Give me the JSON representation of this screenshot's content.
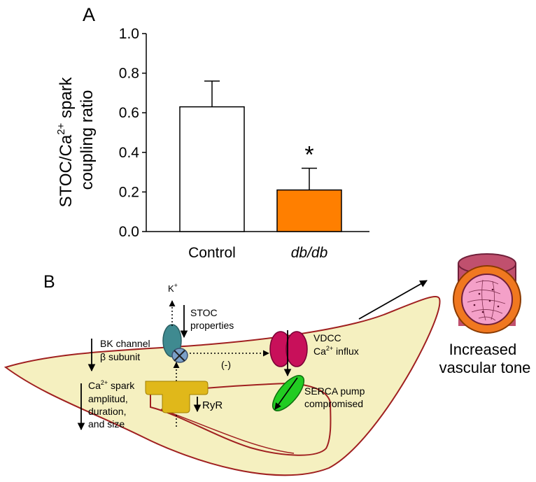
{
  "panels": {
    "a": "A",
    "b": "B"
  },
  "chart_data": {
    "type": "bar",
    "ylabel_line1": "STOC/Ca",
    "ylabel_sup": "2+",
    "ylabel_line1_end": " spark",
    "ylabel_line2": "coupling ratio",
    "ylim": [
      0,
      1.0
    ],
    "yticks": [
      "0.0",
      "0.2",
      "0.4",
      "0.6",
      "0.8",
      "1.0"
    ],
    "categories": [
      "Control",
      "db/db"
    ],
    "values": [
      0.63,
      0.21
    ],
    "errors": [
      0.13,
      0.11
    ],
    "bar_colors": [
      "#ffffff",
      "#ff7f00"
    ],
    "significance": [
      "",
      "*"
    ],
    "grid": false
  },
  "diagram": {
    "k_label": "K",
    "k_sup": "+",
    "stoc_line1": "STOC",
    "stoc_line2": "properties",
    "bk_line1": "BK channel",
    "bk_line2": "β subunit",
    "inhibit": "(-)",
    "vdcc_line1": "VDCC",
    "vdcc_ca": "Ca",
    "vdcc_sup": "2+",
    "vdcc_influx": " influx",
    "spark_ca": "Ca",
    "spark_sup": "2+",
    "spark_line1": " spark",
    "spark_line2": "amplitud,",
    "spark_line3": "duration,",
    "spark_line4": "and size",
    "ryr": "RyR",
    "serca_line1": "SERCA pump",
    "serca_line2": "compromised",
    "outcome_line1": "Increased",
    "outcome_line2": "vascular tone"
  },
  "colors": {
    "cell_fill": "#f5f0c0",
    "cell_stroke": "#a02020",
    "bk_channel": "#3f8a90",
    "bk_beta": "#7ba0c8",
    "ryr": "#e0b81a",
    "vdcc": "#c8105a",
    "serca": "#22cc22",
    "vessel_outer": "#c0506e",
    "vessel_ring": "#f07820",
    "vessel_lumen": "#f4a0c8"
  }
}
